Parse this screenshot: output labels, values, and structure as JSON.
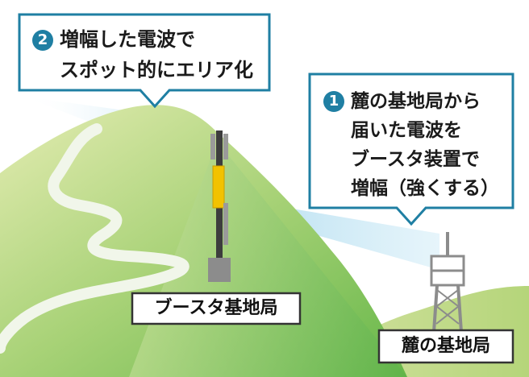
{
  "callouts": {
    "booster": {
      "number": "2",
      "lines": [
        "増幅した電波で",
        "スポット的にエリア化"
      ]
    },
    "base": {
      "number": "1",
      "lines": [
        "麓の基地局から",
        "届いた電波を",
        "ブースタ装置で",
        "増幅（強くする）"
      ]
    }
  },
  "labels": {
    "booster": "ブースタ基地局",
    "base": "麓の基地局"
  },
  "colors": {
    "frame": "#1f7fa3",
    "number_badge": "#1f7fa3",
    "radio_wave": "#bfe3f0",
    "mountain_light": "#d6e7a0",
    "mountain_dark": "#7cc04e",
    "road": "#eef4e6",
    "booster_panel": "#f2c200",
    "tower_gray": "#8c8c8c"
  }
}
